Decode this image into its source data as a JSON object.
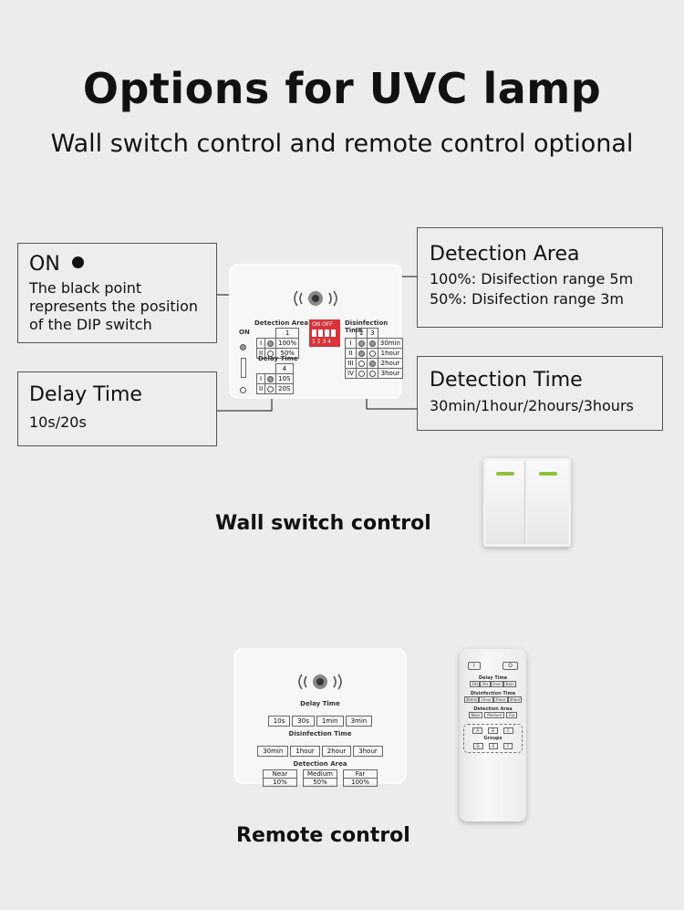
{
  "header": {
    "title": "Options for UVC lamp",
    "subtitle": "Wall switch control and remote control optional"
  },
  "callouts": {
    "on": {
      "head": "ON",
      "line1": "The black point",
      "line2": "represents the position",
      "line3": "of the DIP switch"
    },
    "delay": {
      "head": "Delay Time",
      "body": "10s/20s"
    },
    "area": {
      "head": "Detection Area",
      "line1": "100%: Disifection range 5m",
      "line2": "50%: Disifection range 3m"
    },
    "time": {
      "head": "Detection Time",
      "body": "30min/1hour/2hours/3hours"
    }
  },
  "panel1": {
    "on_label": "ON",
    "area_title": "Detection Area",
    "area_num": "1",
    "area_rows": [
      {
        "roman": "I",
        "val": "100%"
      },
      {
        "roman": "II",
        "val": "50%"
      }
    ],
    "delay_title": "Delay Time",
    "delay_num": "4",
    "delay_rows": [
      {
        "roman": "I",
        "val": "10S"
      },
      {
        "roman": "II",
        "val": "20S"
      }
    ],
    "dip_on": "ON",
    "dip_off": "OFF",
    "dip_nums": "1 2 3 4",
    "disinf_title": "Disinfection Time",
    "disinf_nums": [
      "2",
      "3"
    ],
    "disinf_rows": [
      {
        "roman": "I",
        "val": "30min"
      },
      {
        "roman": "II",
        "val": "1hour"
      },
      {
        "roman": "III",
        "val": "2hour"
      },
      {
        "roman": "IV",
        "val": "3hour"
      }
    ]
  },
  "captions": {
    "wall": "Wall switch control",
    "remote": "Remote control"
  },
  "panel2": {
    "delay_title": "Delay Time",
    "delay": [
      "10s",
      "30s",
      "1min",
      "3min"
    ],
    "disinf_title": "Disinfection Time",
    "disinf": [
      "30min",
      "1hour",
      "2hour",
      "3hour"
    ],
    "area_title": "Detection Area",
    "area": [
      {
        "top": "Near",
        "bottom": "10%"
      },
      {
        "top": "Medium",
        "bottom": "50%"
      },
      {
        "top": "Far",
        "bottom": "100%"
      }
    ]
  },
  "remote": {
    "on_btn": "I",
    "off_btn": "O",
    "delay_title": "Delay Time",
    "delay": [
      "10s",
      "30s",
      "1min",
      "3min"
    ],
    "disinf_title": "Disinfection Time",
    "disinf": [
      "30min",
      "1hour",
      "2hour",
      "3hour"
    ],
    "area_title": "Detection Area",
    "area": [
      "Near",
      "Medium",
      "Far"
    ],
    "groups_title": "Groups",
    "groups": [
      "A",
      "B",
      "C",
      "D",
      "E",
      "F"
    ]
  }
}
